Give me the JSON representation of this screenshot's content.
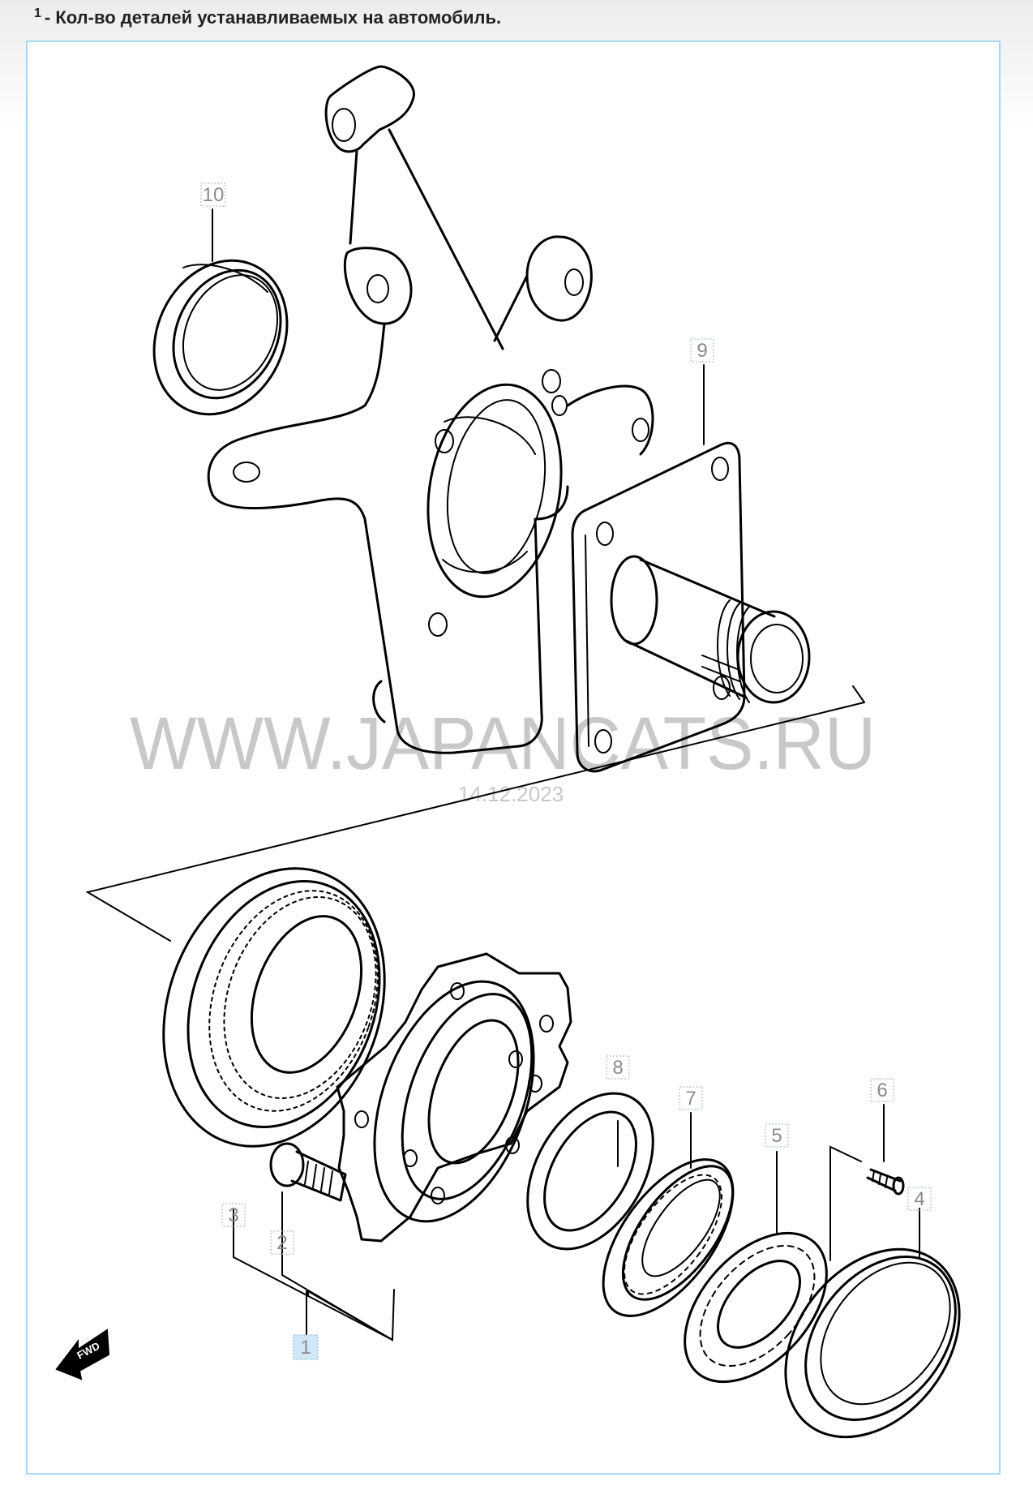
{
  "note": {
    "marker": "1",
    "text": "- Кол-во деталей устанавливаемых на автомобиль."
  },
  "watermark": {
    "site": "WWW.JAPANCATS.RU",
    "date": "14.12.2023"
  },
  "callouts": {
    "c1": "1",
    "c2": "2",
    "c3": "3",
    "c4": "4",
    "c5": "5",
    "c6": "6",
    "c7": "7",
    "c8": "8",
    "c9": "9",
    "c10": "10"
  },
  "fwd_label": "FWD",
  "colors": {
    "frame_border": "#a9d6f2",
    "callout_text": "#8a8a8a",
    "callout_selected_fill": "#cfe7f7",
    "watermark": "#c8c8c8"
  }
}
